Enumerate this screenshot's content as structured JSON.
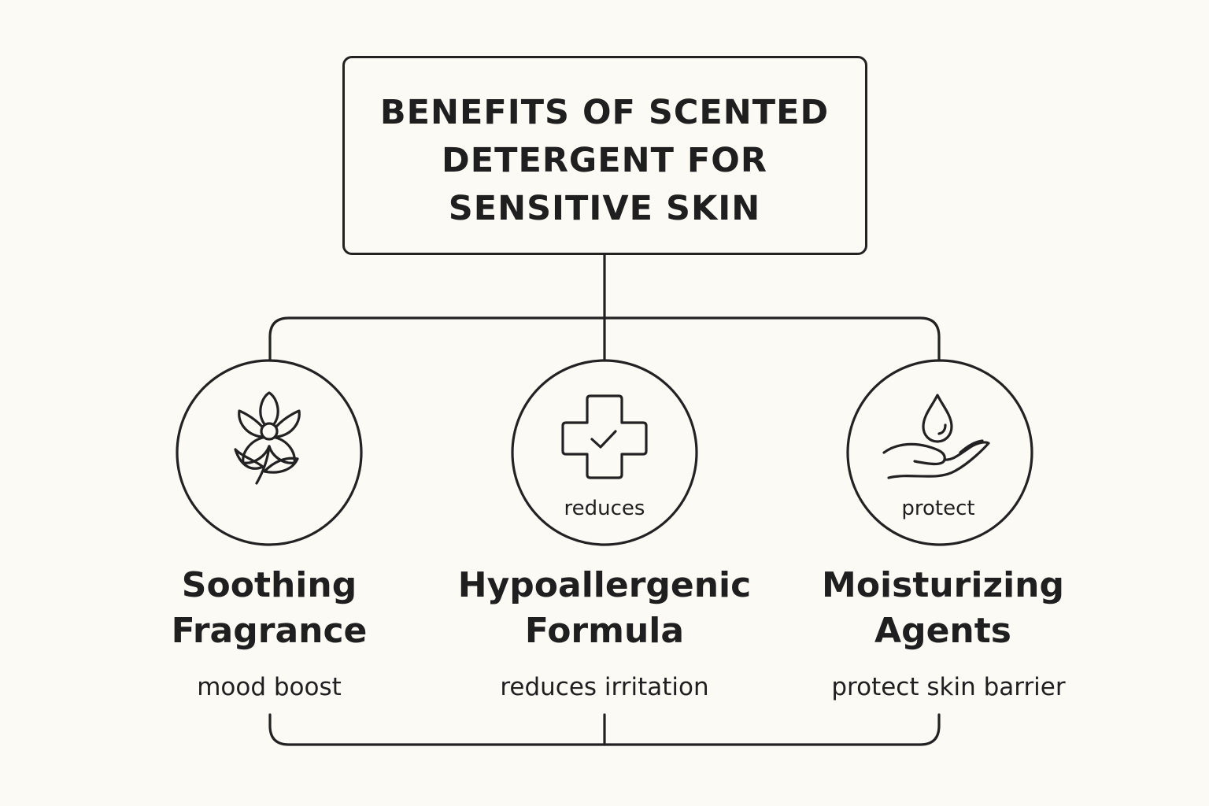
{
  "title": {
    "lines": [
      "BENEFITS OF SCENTED",
      "DETERGENT FOR",
      "SENSITIVE SKIN"
    ]
  },
  "benefits": [
    {
      "icon": "flower-icon",
      "circle_label": "",
      "name_lines": [
        "Soothing",
        "Fragrance"
      ],
      "description": "mood boost"
    },
    {
      "icon": "medical-cross-check-icon",
      "circle_label": "reduces",
      "name_lines": [
        "Hypoallergenic",
        "Formula"
      ],
      "description": "reduces irritation"
    },
    {
      "icon": "hand-droplet-icon",
      "circle_label": "protect",
      "name_lines": [
        "Moisturizing",
        "Agents"
      ],
      "description": "protect skin barrier"
    }
  ],
  "colors": {
    "background": "#fcfaf5",
    "stroke": "#222222",
    "text": "#1f1f1f"
  }
}
